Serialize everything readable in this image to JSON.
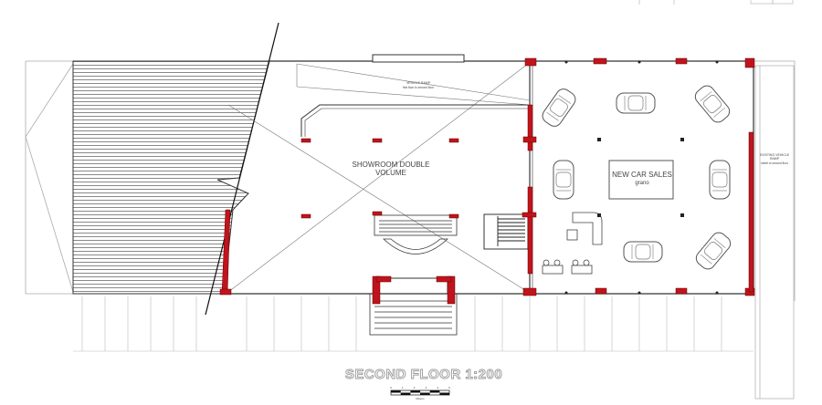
{
  "drawing": {
    "title": "SECOND FLOOR 1:200",
    "scale_bar": {
      "ticks": [
        "0",
        "1",
        "2",
        "3",
        "4",
        "5"
      ],
      "unit": "Meters"
    },
    "labels": {
      "vehicle_ramp": "VEHICLE RAMP",
      "vehicle_ramp_sub": "first floor to second floor",
      "showroom_line1": "SHOWROOM DOUBLE",
      "showroom_line2": "VOLUME",
      "new_car_sales": "NEW CAR SALES",
      "grano": "grano",
      "existing_ramp_line1": "EXISTING VEHICLE",
      "existing_ramp_line2": "RAMP",
      "existing_ramp_sub": "street to second floor"
    },
    "colors": {
      "structure": "#c0141c",
      "linework": "#333333",
      "light_line": "#aaaaaa"
    }
  }
}
